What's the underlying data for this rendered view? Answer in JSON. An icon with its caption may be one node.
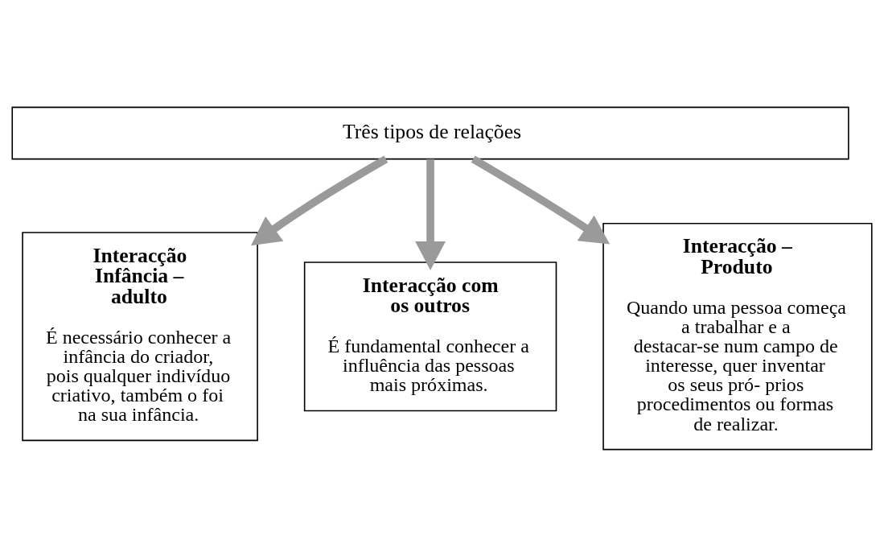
{
  "diagram": {
    "nodes": [
      {
        "text": [
          "Três tipos de relações"
        ]
      },
      {
        "text": [
          "Interacção Infância – adulto",
          "É necessário conhecer a infância do criador, pois qualquer indivíduo criativo, também o foi na sua infância."
        ]
      },
      {
        "text": [
          "Interacção com os outros",
          "É fundamental conhecer a influência das pessoas mais próximas."
        ]
      },
      {
        "text": [
          "Interacção – Produto",
          "Quando uma pessoa começa a trabalhar e a destacar-se num campo de interesse, quer inventar os seus pró- prios procedimentos ou formas de realizar."
        ]
      }
    ],
    "edges": [
      {
        "from": 0,
        "to": 1,
        "arrow": "to"
      },
      {
        "from": 0,
        "to": 2,
        "arrow": "to"
      },
      {
        "from": 0,
        "to": 3,
        "arrow": "to"
      }
    ]
  }
}
